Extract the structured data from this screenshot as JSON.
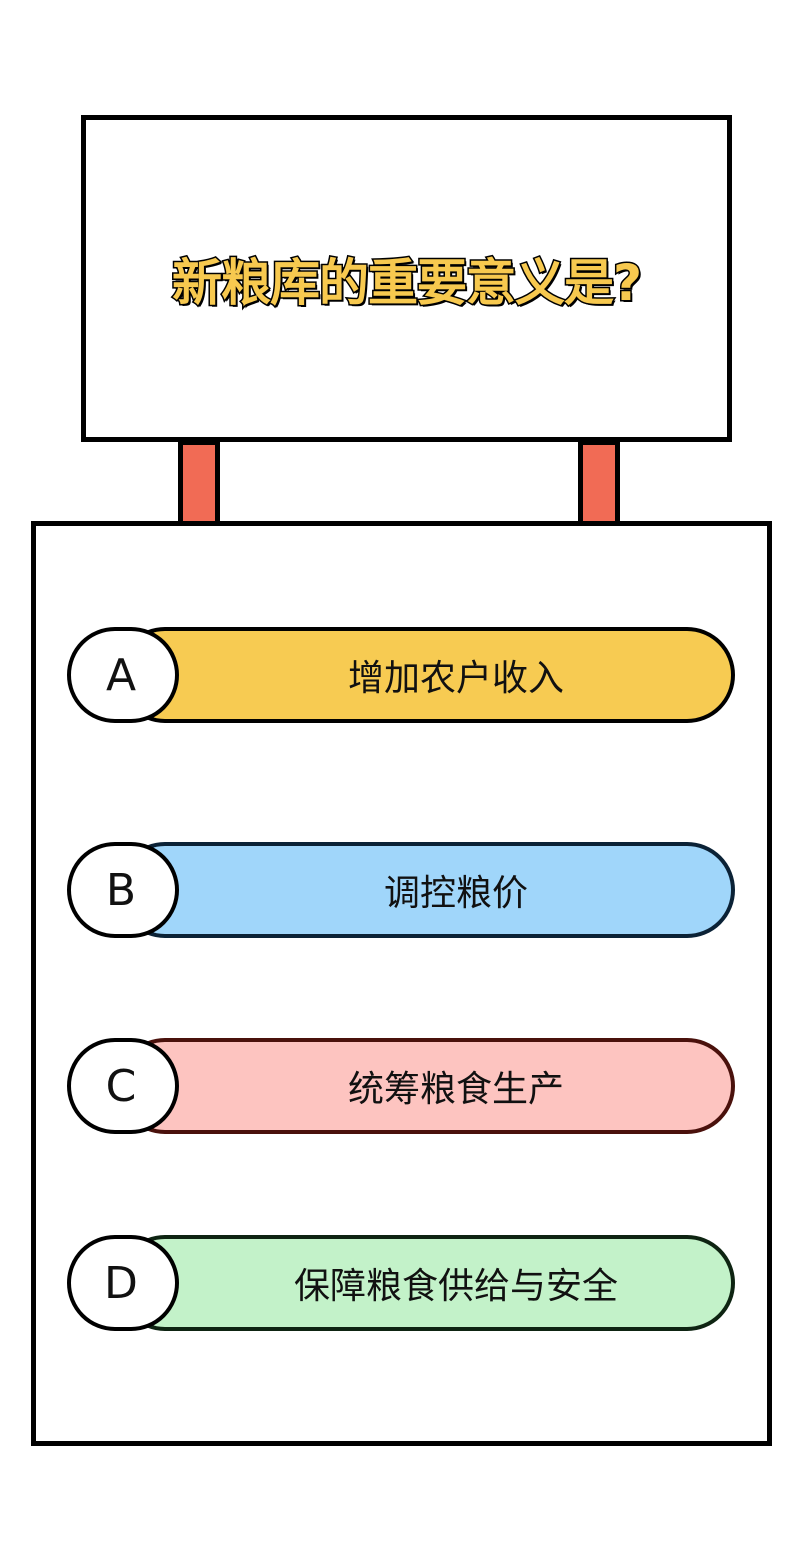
{
  "question": {
    "title": "新粮库的重要意义是?"
  },
  "options": [
    {
      "letter": "A",
      "text": "增加农户收入",
      "color": "#f7cb52",
      "border": "#000000"
    },
    {
      "letter": "B",
      "text": "调控粮价",
      "color": "#a0d6fa",
      "border": "#0b2236"
    },
    {
      "letter": "C",
      "text": "统筹粮食生产",
      "color": "#fdc4c0",
      "border": "#4a110c"
    },
    {
      "letter": "D",
      "text": "保障粮食供给与安全",
      "color": "#c3f2c9",
      "border": "#0e2412"
    }
  ],
  "colors": {
    "title_fill": "#f7c94f",
    "post": "#f16b55",
    "outline": "#000000",
    "background": "#ffffff"
  }
}
